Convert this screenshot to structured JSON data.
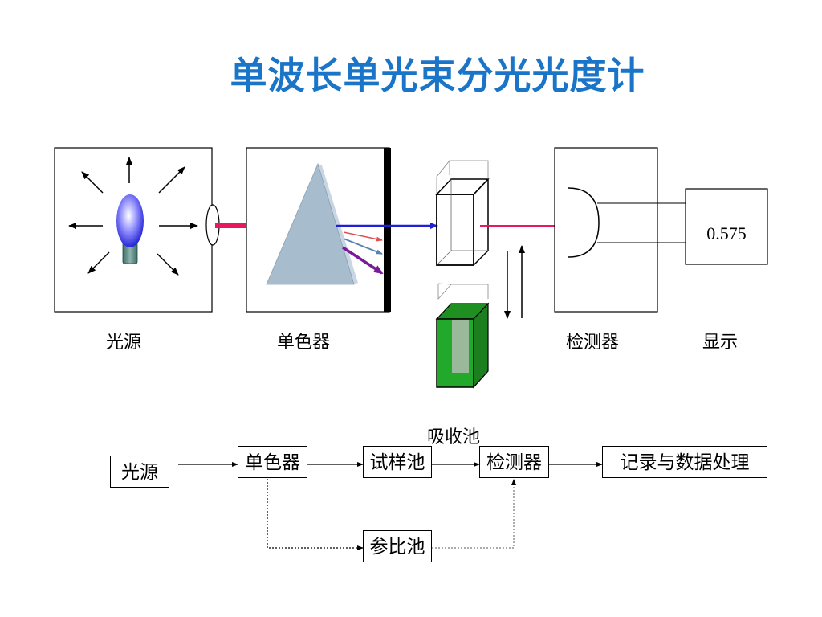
{
  "title": "单波长单光束分光光度计",
  "apparatus": {
    "light_source_label": "光源",
    "monochromator_label": "单色器",
    "detector_label": "检测器",
    "display_label": "显示",
    "cell_label": "吸收池",
    "display_reading": "0.575"
  },
  "flowchart": {
    "light_source": "光源",
    "monochromator": "单色器",
    "sample_cell": "试样池",
    "detector": "检测器",
    "recorder": "记录与数据处理",
    "reference_cell": "参比池"
  },
  "colors": {
    "title": "#1a75c9",
    "incident_beam": "#e8185c",
    "dispersed_blue": "#1f1fd6",
    "transmitted_beam": "#e8185c",
    "reference_cell_fill": "#22a82a",
    "prism": "#a7bccd"
  }
}
